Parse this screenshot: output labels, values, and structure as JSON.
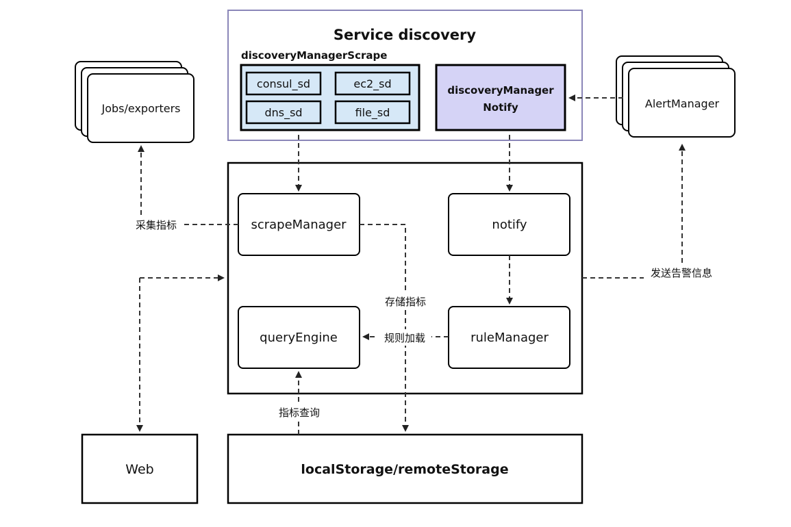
{
  "nodes": {
    "service_discovery_title": "Service discovery",
    "discovery_manager_scrape": "discoveryManagerScrape",
    "consul_sd": "consul_sd",
    "ec2_sd": "ec2_sd",
    "dns_sd": "dns_sd",
    "file_sd": "file_sd",
    "discovery_manager_notify_line1": "discoveryManager",
    "discovery_manager_notify_line2": "Notify",
    "jobs_exporters": "Jobs/exporters",
    "alert_manager": "AlertManager",
    "scrape_manager": "scrapeManager",
    "notify": "notify",
    "query_engine": "queryEngine",
    "rule_manager": "ruleManager",
    "web": "Web",
    "local_remote_storage": "localStorage/remoteStorage"
  },
  "edge_labels": {
    "collect_metrics": "采集指标",
    "store_metrics": "存储指标",
    "send_alerts": "发送告警信息",
    "rule_loading": "规则加载",
    "metric_query": "指标查询"
  },
  "colors": {
    "service_discovery_border": "#8a86b8",
    "notify_fill": "#d5d3f6",
    "sd_chip_fill": "#d6e8f7",
    "scrape_panel_fill": "#d6e8f7"
  }
}
